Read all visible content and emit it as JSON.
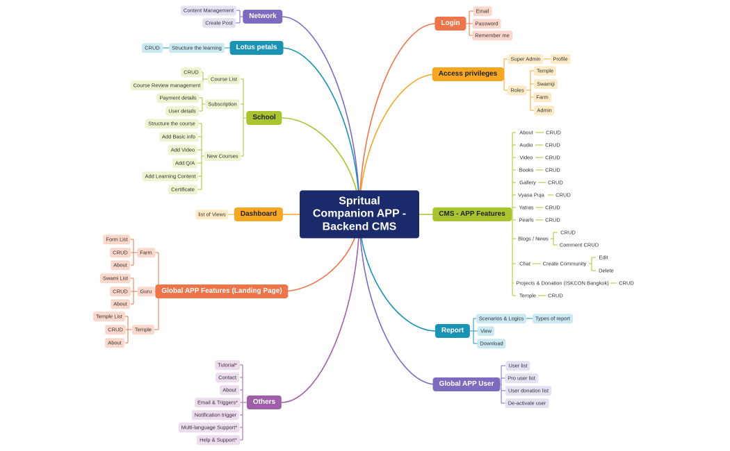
{
  "root": "Spritual Companion APP - Backend CMS",
  "branches": {
    "network": {
      "label": "Network",
      "color": "#7c6bbf",
      "children": [
        "Content Management",
        "Create Post"
      ]
    },
    "lotus": {
      "label": "Lotus petals",
      "color": "#1a93b5",
      "child": "Structure the learning",
      "grandchild": "CRUD"
    },
    "school": {
      "label": "School",
      "color": "#a8c42e",
      "course_list": {
        "label": "Course List",
        "children": [
          "CRUD",
          "Course Review management"
        ]
      },
      "subscription": {
        "label": "Subscription",
        "children": [
          "Payment details",
          "User details"
        ]
      },
      "new_courses": {
        "label": "New Courses",
        "children": [
          "Structure the course",
          "Add Basic info",
          "Add Video",
          "Add Q/A",
          "Add Learning Content",
          "Certificate"
        ]
      }
    },
    "dashboard": {
      "label": "Dashboard",
      "color": "#f5a623",
      "child": "list of Views"
    },
    "global_features": {
      "label": "Global APP Features (Landing Page)",
      "color": "#ee7449",
      "farm": {
        "label": "Farm",
        "children": [
          "Form List",
          "CRUD",
          "About"
        ]
      },
      "guru": {
        "label": "Guru",
        "children": [
          "Swami List",
          "CRUD",
          "About"
        ]
      },
      "temple": {
        "label": "Temple",
        "children": [
          "Temple List",
          "CRUD",
          "About"
        ]
      }
    },
    "others": {
      "label": "Others",
      "color": "#9e5fa8",
      "children": [
        "Tutorial*",
        "Contact",
        "About",
        "Email & Triggers*",
        "Notification trigger",
        "Multi-language Support*",
        "Help & Support*"
      ]
    },
    "login": {
      "label": "Login",
      "color": "#ee7449",
      "children": [
        "Email",
        "Password",
        "Remember me"
      ]
    },
    "access": {
      "label": "Access privileges",
      "color": "#f5a623",
      "super_admin": {
        "label": "Super Admin",
        "child": "Profile"
      },
      "roles": {
        "label": "Roles",
        "children": [
          "Temple",
          "Swamiji",
          "Farm",
          "Admin"
        ]
      }
    },
    "cms": {
      "label": "CMS - APP Features",
      "color": "#a8c42e",
      "items": [
        {
          "label": "About",
          "child": "CRUD"
        },
        {
          "label": "Audio",
          "child": "CRUD"
        },
        {
          "label": "Video",
          "child": "CRUD"
        },
        {
          "label": "Books",
          "child": "CRUD"
        },
        {
          "label": "Gallery",
          "child": "CRUD"
        },
        {
          "label": "Vyasa Puja",
          "child": "CRUD"
        },
        {
          "label": "Yatras",
          "child": "CRUD"
        },
        {
          "label": "Pearls",
          "child": "CRUD"
        }
      ],
      "blogs": {
        "label": "Blogs / News",
        "children": [
          "CRUD",
          "Comment CRUD"
        ]
      },
      "chat": {
        "label": "Chat",
        "child": "Create Community",
        "grandchildren": [
          "Edit",
          "Delete"
        ]
      },
      "projects": {
        "label": "Projects & Donation (ISKCON  Bangkok)",
        "child": "CRUD"
      },
      "temple": {
        "label": "Temple",
        "child": "CRUD"
      }
    },
    "report": {
      "label": "Report",
      "color": "#1a93b5",
      "scenarios": {
        "label": "Scenarios & Logics",
        "child": "Types of report"
      },
      "children": [
        "View",
        "Download"
      ]
    },
    "global_user": {
      "label": "Global APP User",
      "color": "#7c6bbf",
      "children": [
        "User list",
        "Pro user list",
        "User donation list",
        "De-activate user"
      ]
    }
  }
}
